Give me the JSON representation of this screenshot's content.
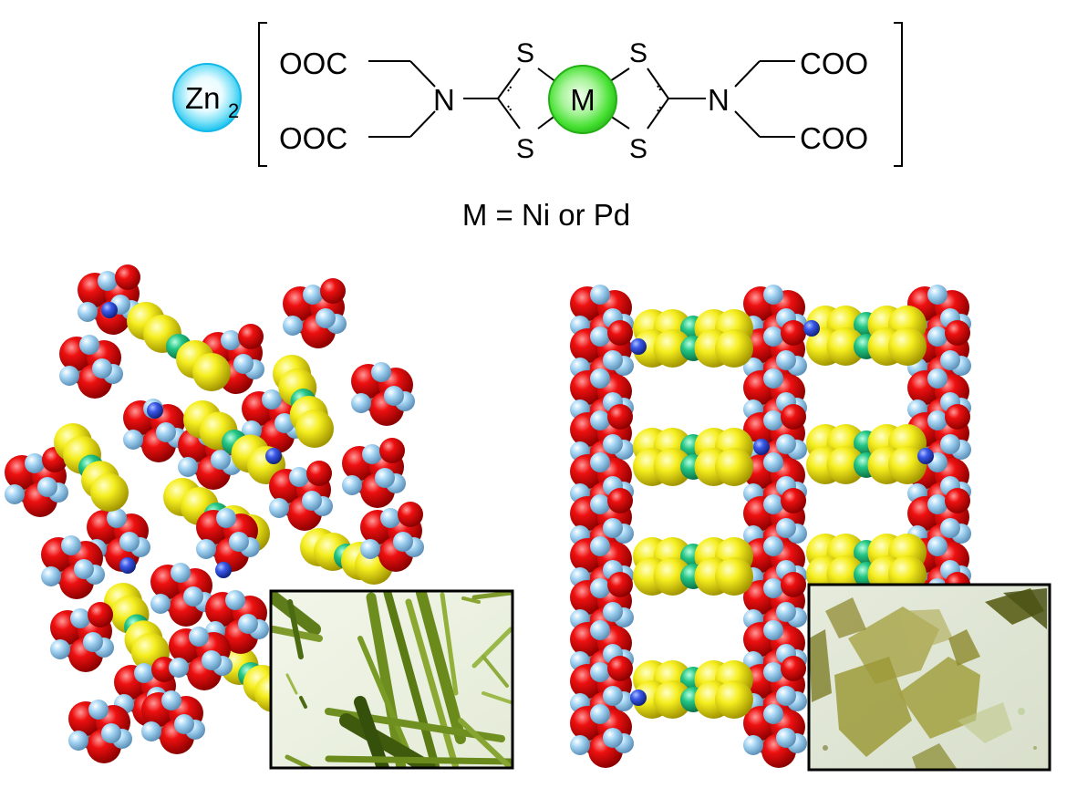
{
  "colors": {
    "oxygen": "#e00000",
    "carbon": "#7a7a7a",
    "hydrogen": "#9cd2f2",
    "sulfur": "#f2ea1a",
    "metal": "#20c080",
    "nitrogen": "#3050e0",
    "zinc": "#20c8f0",
    "metal_center": "#3fe040"
  },
  "formula": {
    "counterion": "Zn",
    "counterion_sub": "2",
    "ooc_top_left": "OOC",
    "ooc_bottom_left": "OOC",
    "coo_top_right": "COO",
    "coo_bottom_right": "COO",
    "n_left": "N",
    "n_right": "N",
    "s_top_left": "S",
    "s_bottom_left": "S",
    "s_top_right": "S",
    "s_bottom_right": "S",
    "metal": "M",
    "caption": "M = Ni or Pd"
  },
  "panels": {
    "left": {
      "inset_icon": "needle-crystal-photo-icon"
    },
    "right": {
      "inset_icon": "plate-crystal-photo-icon"
    }
  }
}
